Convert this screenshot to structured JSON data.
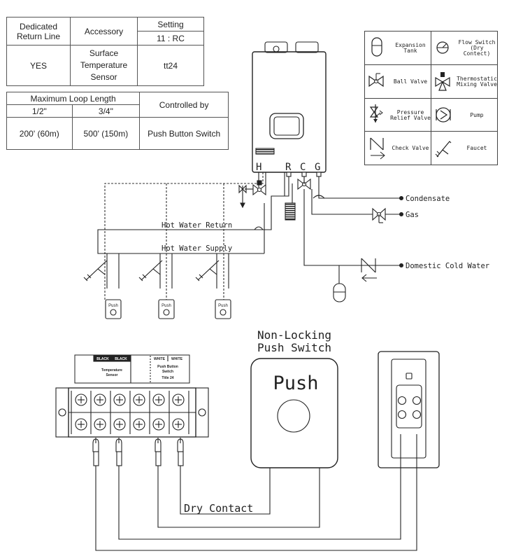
{
  "accessory_table": {
    "headers": [
      "Dedicated Return Line",
      "Accessory",
      "Setting",
      "11 : RC"
    ],
    "row": [
      "YES",
      "Surface Temperature Sensor",
      "tt24"
    ]
  },
  "loop_table": {
    "header": "Maximum Loop Length",
    "controlled_header": "Controlled by",
    "sizes": [
      "1/2\"",
      "3/4\""
    ],
    "values": [
      "200' (60m)",
      "500' (150m)"
    ],
    "controlled_value": "Push Button Switch"
  },
  "legend": [
    {
      "label": "Expansion Tank",
      "icon": "expansion-tank-icon"
    },
    {
      "label": "Flow Switch (Dry Contect)",
      "icon": "flow-switch-icon"
    },
    {
      "label": "Ball Valve",
      "icon": "ball-valve-icon"
    },
    {
      "label": "Thermostatic Mixing Valve",
      "icon": "thermostatic-mixing-valve-icon"
    },
    {
      "label": "Pressure Relief Valve",
      "icon": "pressure-relief-valve-icon"
    },
    {
      "label": "Pump",
      "icon": "pump-icon"
    },
    {
      "label": "Check Valve",
      "icon": "check-valve-icon"
    },
    {
      "label": "Faucet",
      "icon": "faucet-icon"
    }
  ],
  "heater_ports": [
    "H",
    "R",
    "C",
    "G"
  ],
  "pipes": {
    "condensate": "Condensate",
    "gas": "Gas",
    "cold_water": "Domestic Cold Water",
    "return": "Hot Water Return",
    "supply": "Hot Water Supply"
  },
  "push_buttons": [
    "Push",
    "Push",
    "Push"
  ],
  "switch": {
    "title_line1": "Non-Locking",
    "title_line2": "Push Switch",
    "face": "Push"
  },
  "terminal_labels": {
    "black": "BLACK",
    "white": "WHITE",
    "temp_sensor": [
      "Temperature",
      "Sensor"
    ],
    "push_button": [
      "Push Button",
      "Switch",
      "Title 24"
    ]
  },
  "dry_contact": "Dry Contact"
}
